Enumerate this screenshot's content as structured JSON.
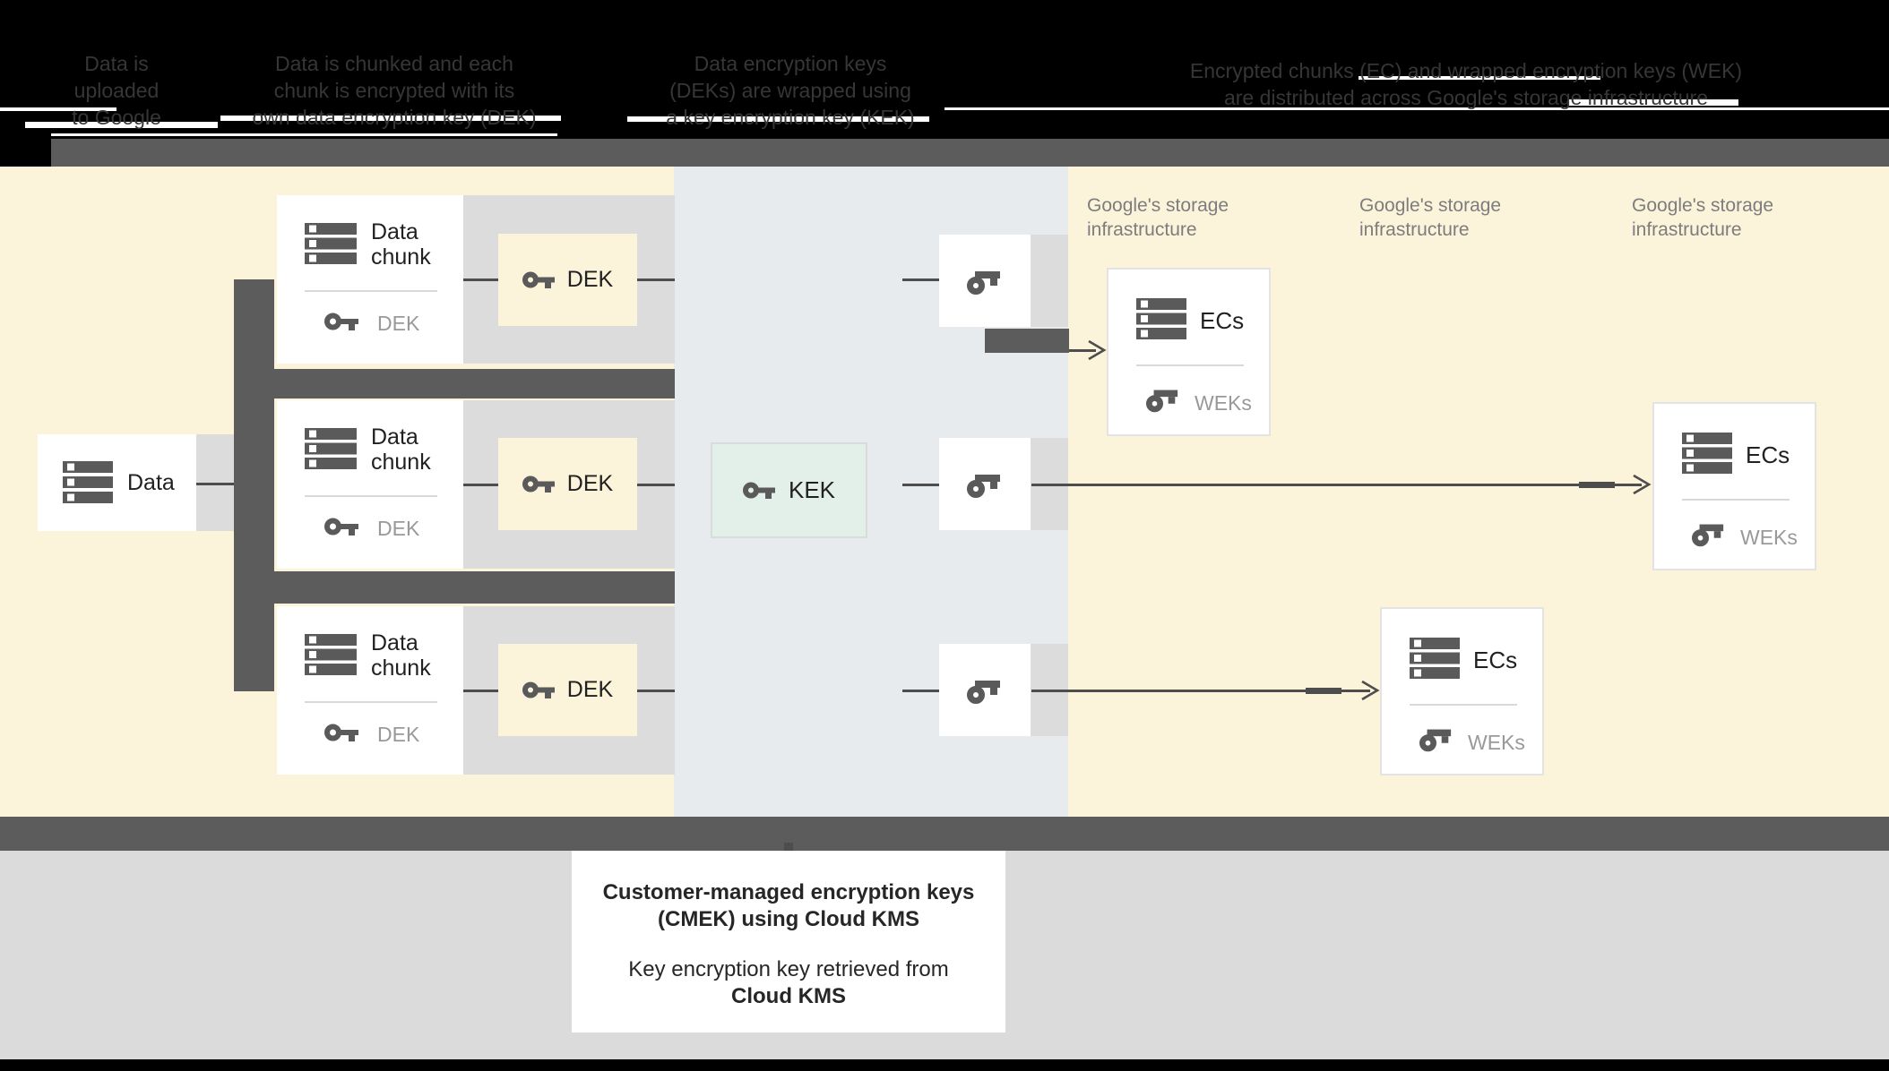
{
  "header": {
    "columns": [
      {
        "lines": [
          "Data is",
          "uploaded",
          "to Google"
        ]
      },
      {
        "lines": [
          "Data is chunked and each",
          "chunk is encrypted with its",
          "own data encryption key (DEK)"
        ]
      },
      {
        "lines": [
          "Data encryption keys",
          "(DEKs) are wrapped using",
          "a key encryption key (KEK)"
        ]
      },
      {
        "lines": [
          "Encrypted chunks (EC) and wrapped encryption keys (WEK)",
          "are distributed across Google's storage infrastructure"
        ]
      }
    ]
  },
  "diagram": {
    "data_box": {
      "label": "Data"
    },
    "chunk_cards": [
      {
        "title_line1": "Data",
        "title_line2": "chunk",
        "key_label": "DEK"
      },
      {
        "title_line1": "Data",
        "title_line2": "chunk",
        "key_label": "DEK"
      },
      {
        "title_line1": "Data",
        "title_line2": "chunk",
        "key_label": "DEK"
      }
    ],
    "dek_boxes": [
      {
        "label": "DEK"
      },
      {
        "label": "DEK"
      },
      {
        "label": "DEK"
      }
    ],
    "kek_box": {
      "label": "KEK"
    },
    "storage_labels": [
      {
        "line1": "Google's storage",
        "line2": "infrastructure"
      },
      {
        "line1": "Google's storage",
        "line2": "infrastructure"
      },
      {
        "line1": "Google's storage",
        "line2": "infrastructure"
      }
    ],
    "ec_boxes": [
      {
        "title": "ECs",
        "key_label": "WEKs"
      },
      {
        "title": "ECs",
        "key_label": "WEKs"
      },
      {
        "title": "ECs",
        "key_label": "WEKs"
      }
    ]
  },
  "caption": {
    "title_line1": "Customer-managed encryption keys",
    "title_line2": "(CMEK) using Cloud KMS",
    "body_line1": "Key encryption key retrieved from",
    "body_line2": "Cloud KMS"
  },
  "colors": {
    "cream_background": "#fbf3da",
    "kms_zone": "#e8ebed",
    "row_gray": "#dcdcdc",
    "band_gray": "#5c5c5c",
    "connector_dark": "#4d4d4d",
    "icon_gray": "#5a5a5a",
    "kek_mint": "#e3f0e9",
    "text_dark": "#212121",
    "muted_label_gray": "#999999",
    "storage_label_gray": "#7d7d7d",
    "header_text": "#363636"
  }
}
